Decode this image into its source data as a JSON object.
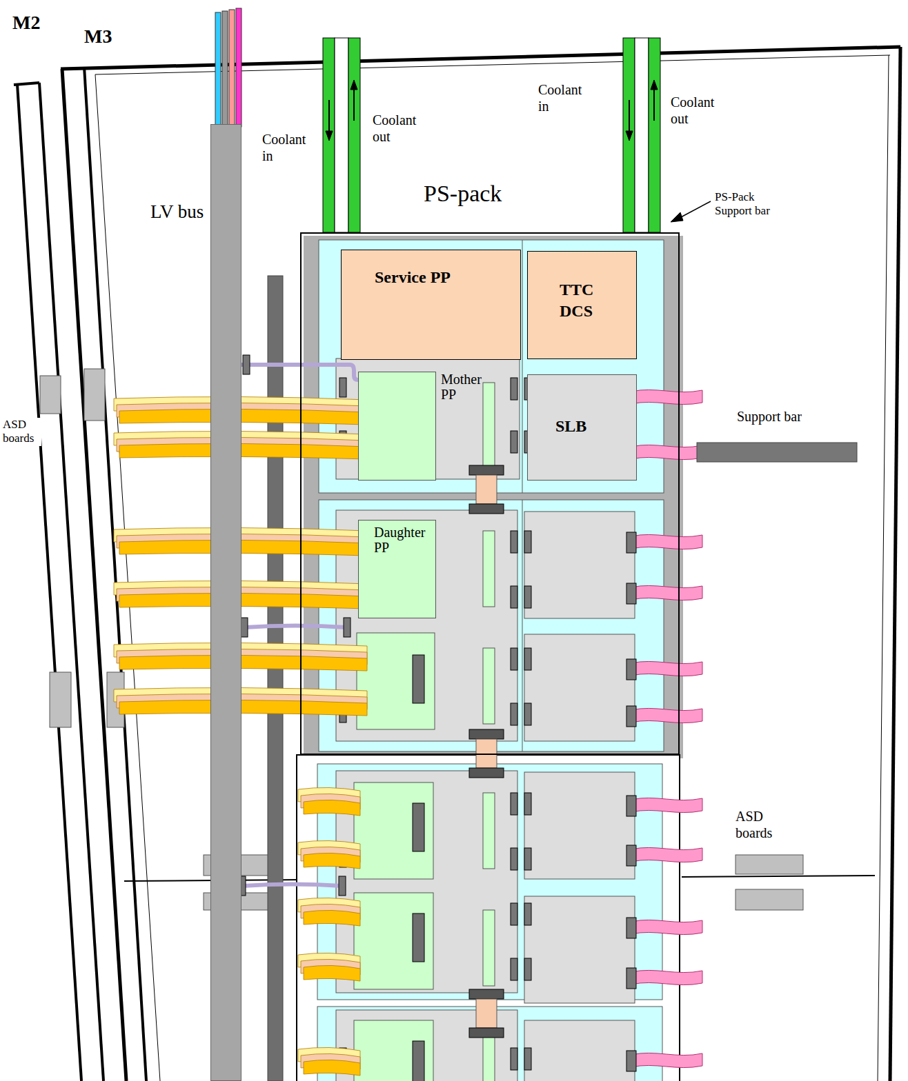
{
  "diagram": {
    "nodes": [
      {
        "text": [
          "PS-pack"
        ]
      },
      {
        "text": [
          "Service PP"
        ],
        "in": 0
      },
      {
        "text": [
          "TTC DCS"
        ],
        "in": 0
      },
      {
        "text": [
          "Mother PP"
        ],
        "in": 0
      },
      {
        "text": [
          "SLB"
        ],
        "in": 0
      },
      {
        "text": [
          "Daughter PP"
        ],
        "in": 0
      },
      {
        "text": [
          "LV bus"
        ]
      }
    ],
    "edges": [
      {
        "from": 6,
        "to": 3,
        "arrow": "none"
      }
    ],
    "labels": [
      "M2",
      "M3",
      "Coolant in",
      "Coolant out",
      "Coolant in",
      "Coolant out",
      "PS-Pack Support bar",
      "Support bar",
      "ASD boards",
      "ASD boards"
    ]
  }
}
